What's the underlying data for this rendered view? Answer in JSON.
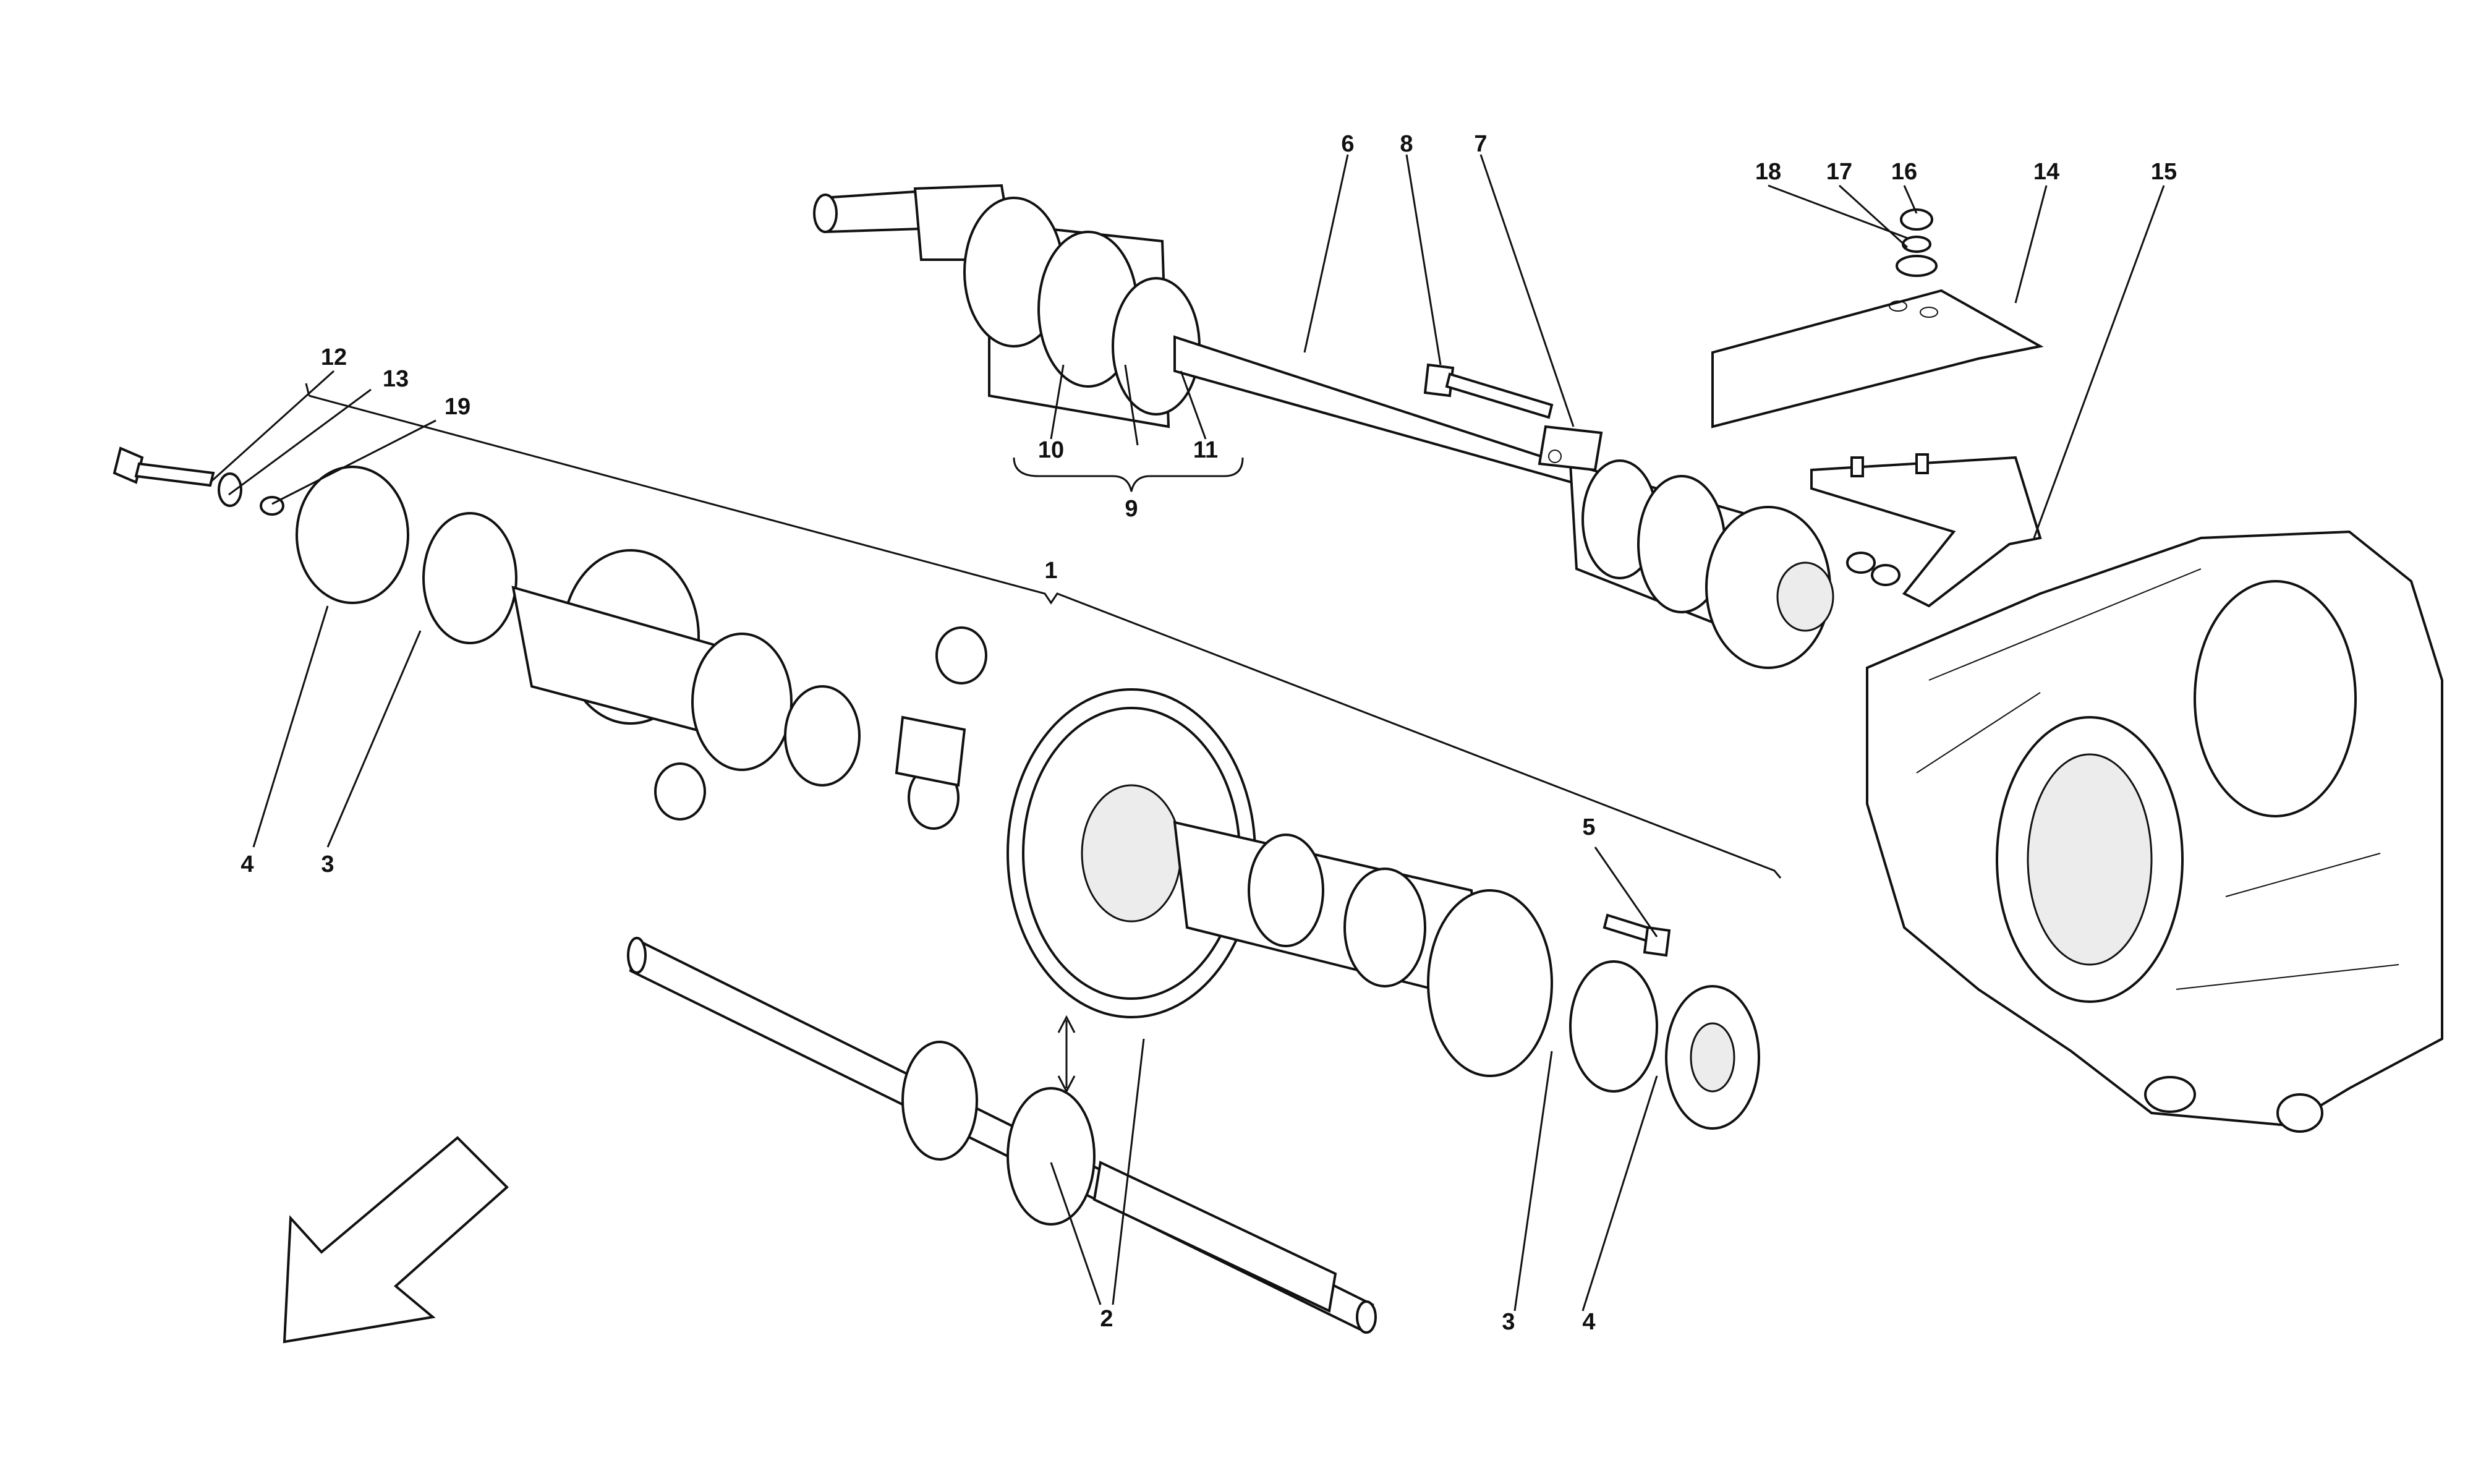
{
  "labels": {
    "l1": "1",
    "l2": "2",
    "l3a": "3",
    "l3b": "3",
    "l4a": "4",
    "l4b": "4",
    "l5": "5",
    "l6": "6",
    "l7": "7",
    "l8": "8",
    "l9": "9",
    "l10": "10",
    "l11": "11",
    "l12": "12",
    "l13": "13",
    "l14": "14",
    "l15": "15",
    "l16": "16",
    "l17": "17",
    "l18": "18",
    "l19": "19"
  },
  "icons": {
    "direction_arrow": "arrow-down-left-icon",
    "double_arrow": "double-arrow-icon"
  }
}
